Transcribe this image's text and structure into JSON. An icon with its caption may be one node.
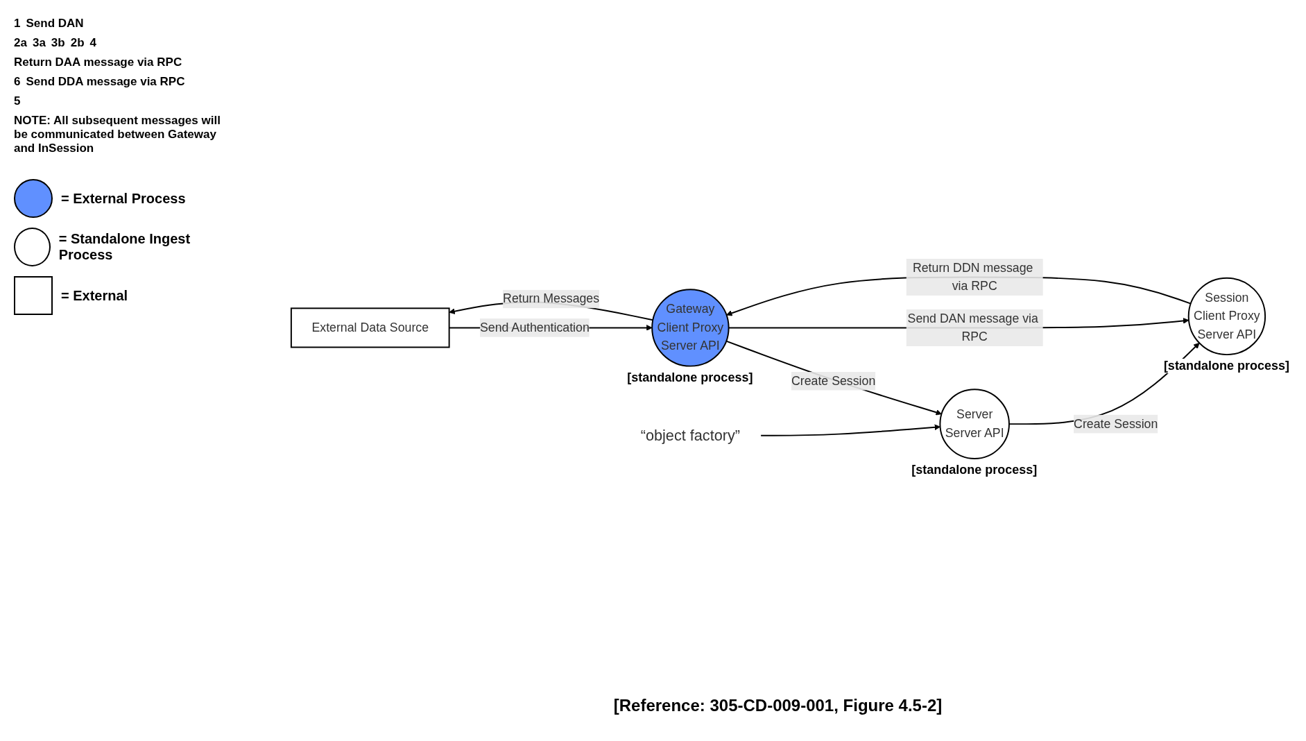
{
  "diagram": {
    "caption": "[Reference: 305-CD-009-001, Figure 4.5-2]",
    "nodes": [
      {
        "text": [
          "External Data Source"
        ]
      },
      {
        "text": [
          "Gateway",
          "Client Proxy",
          "Server API"
        ],
        "beside": [
          "[standalone process]"
        ]
      },
      {
        "text": [
          "Server",
          "Server API"
        ],
        "beside": [
          "[standalone process]"
        ]
      },
      {
        "text": [
          "Session",
          "Client Proxy",
          "Server API"
        ],
        "beside": [
          "[standalone process]"
        ]
      },
      {
        "text": [
          "“object factory”"
        ]
      }
    ],
    "edges": [
      {
        "from": 0,
        "to": 1,
        "arrow": "to",
        "label": "Send Authentication"
      },
      {
        "from": 1,
        "to": 0,
        "arrow": "to",
        "label": "Return Messages"
      },
      {
        "from": 1,
        "to": 2,
        "arrow": "to",
        "label": "Create Session"
      },
      {
        "from": 2,
        "to": 3,
        "arrow": "to",
        "label": "Create Session"
      },
      {
        "from": 1,
        "to": 3,
        "arrow": "to",
        "label": "Send DAN message via RPC"
      },
      {
        "from": 3,
        "to": 1,
        "arrow": "to",
        "label": "Return DDN message via RPC"
      },
      {
        "from": 4,
        "to": 2,
        "arrow": "to"
      }
    ],
    "labels": [
      "1",
      "Send DAN",
      "2a",
      "3a",
      "3b",
      "2b",
      "4",
      "Return DAA message via RPC",
      "6",
      "Send DDA message via RPC",
      "5",
      "NOTE: All subsequent messages will be communicated between Gateway and InSession"
    ],
    "legend": [
      {
        "text": "= External Process",
        "color": "#6090ff"
      },
      {
        "text": "= Standalone Ingest Process"
      },
      {
        "text": "= External"
      }
    ]
  }
}
